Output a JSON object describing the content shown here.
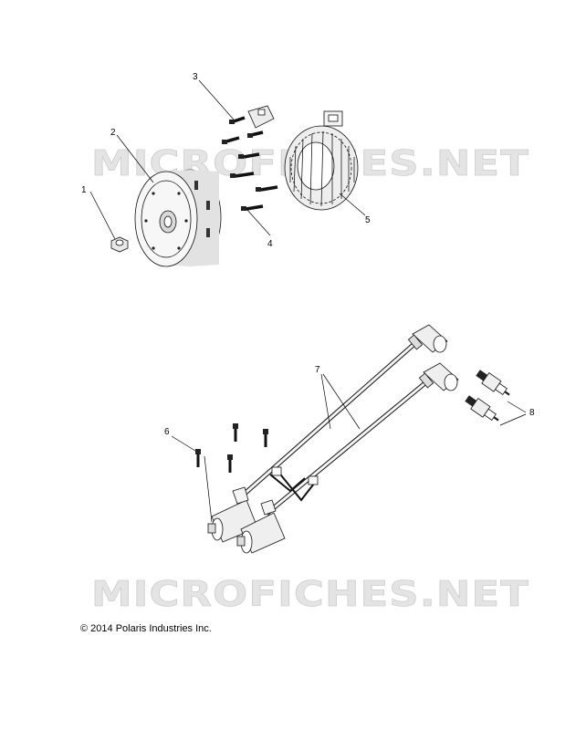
{
  "watermarks": [
    "MICROFICHES.NET",
    "MICROFICHES.NET"
  ],
  "callouts": [
    "1",
    "2",
    "3",
    "4",
    "5",
    "6",
    "7",
    "8"
  ],
  "copyright": "© 2014 Polaris Industries Inc."
}
